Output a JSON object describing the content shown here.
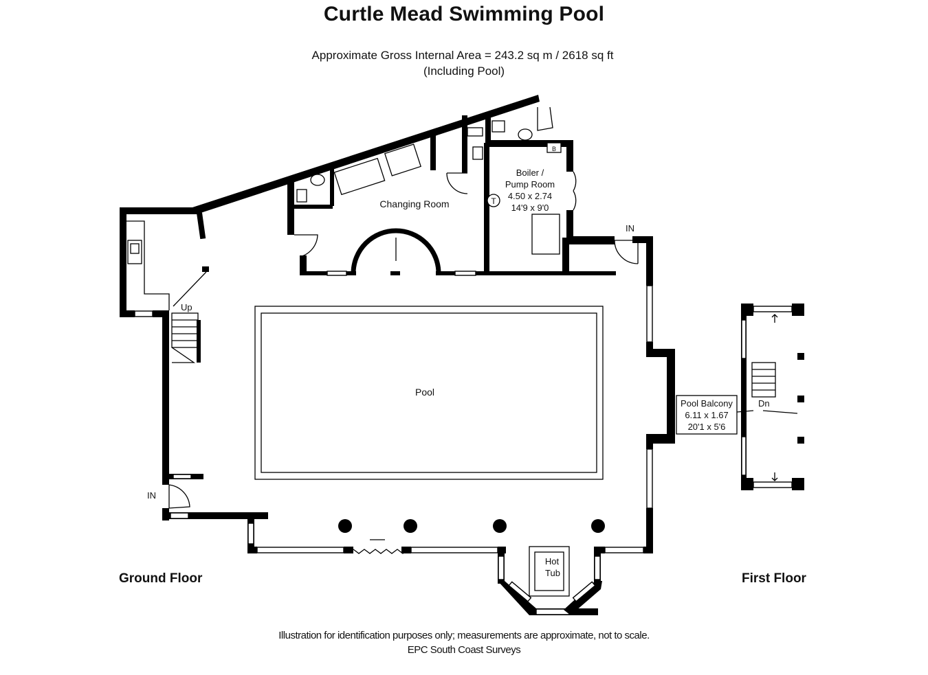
{
  "title": "Curtle Mead Swimming Pool",
  "area_line": "Approximate Gross Internal Area = 243.2 sq m / 2618 sq ft",
  "area_note": "(Including Pool)",
  "floors": {
    "ground": "Ground Floor",
    "first": "First Floor"
  },
  "rooms": {
    "changing": {
      "name": "Changing Room"
    },
    "boiler": {
      "name_line1": "Boiler /",
      "name_line2": "Pump Room",
      "metric": "4.50 x 2.74",
      "imperial": "14'9 x 9'0"
    },
    "pool": {
      "name": "Pool"
    },
    "hot_tub": {
      "name_line1": "Hot",
      "name_line2": "Tub"
    },
    "balcony": {
      "name": "Pool Balcony",
      "metric": "6.11 x 1.67",
      "imperial": "20'1 x 5'6"
    }
  },
  "markers": {
    "up": "Up",
    "dn": "Dn",
    "in_left": "IN",
    "in_right": "IN",
    "boiler_badge": "B",
    "thermostat": "T"
  },
  "footer": {
    "disclaimer": "Illustration for identification purposes only; measurements are approximate, not to scale.",
    "credit": "EPC South Coast Surveys"
  }
}
